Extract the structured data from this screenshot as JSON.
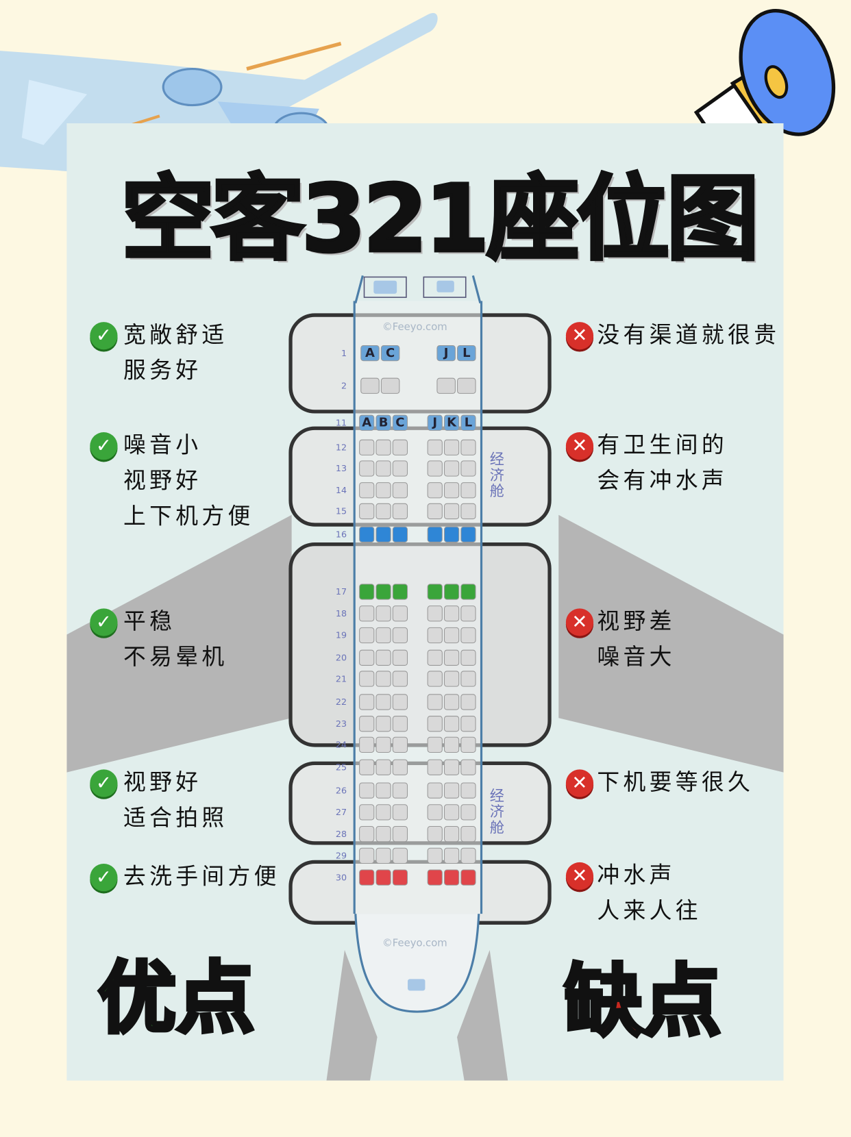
{
  "title": "空客321座位图",
  "watermark": "©Feeyo.com",
  "cabin_label": "经济舱",
  "pros_heading": "优点",
  "cons_heading": "缺点",
  "colors": {
    "pros": "#2e9e2e",
    "cons": "#c8281f",
    "panel": "#e1eeec",
    "background": "#fdf8e2"
  },
  "pros": [
    {
      "lines": [
        "宽敞舒适",
        "服务好"
      ]
    },
    {
      "lines": [
        "噪音小",
        "视野好",
        "上下机方便"
      ]
    },
    {
      "lines": [
        "平稳",
        "不易晕机"
      ]
    },
    {
      "lines": [
        "视野好",
        "适合拍照"
      ]
    },
    {
      "lines": [
        "去洗手间方便"
      ]
    }
  ],
  "cons": [
    {
      "lines": [
        "没有渠道就很贵"
      ]
    },
    {
      "lines": [
        "有卫生间的",
        "会有冲水声"
      ]
    },
    {
      "lines": [
        "视野差",
        "噪音大"
      ]
    },
    {
      "lines": [
        "下机要等很久"
      ]
    },
    {
      "lines": [
        "冲水声",
        "人来人往"
      ]
    }
  ],
  "seat_rows": [
    {
      "num": "1",
      "type": "first",
      "letters": [
        "A",
        "C",
        "J",
        "L"
      ]
    },
    {
      "num": "2",
      "type": "first"
    },
    {
      "num": "11",
      "type": "labeled",
      "letters": [
        "A",
        "B",
        "C",
        "J",
        "K",
        "L"
      ]
    },
    {
      "num": "12",
      "type": "gray"
    },
    {
      "num": "13",
      "type": "gray"
    },
    {
      "num": "14",
      "type": "gray"
    },
    {
      "num": "15",
      "type": "gray"
    },
    {
      "num": "16",
      "type": "blue"
    },
    {
      "num": "17",
      "type": "green"
    },
    {
      "num": "18",
      "type": "gray"
    },
    {
      "num": "19",
      "type": "gray"
    },
    {
      "num": "20",
      "type": "gray"
    },
    {
      "num": "21",
      "type": "gray"
    },
    {
      "num": "22",
      "type": "gray"
    },
    {
      "num": "23",
      "type": "gray"
    },
    {
      "num": "24",
      "type": "gray"
    },
    {
      "num": "25",
      "type": "gray"
    },
    {
      "num": "26",
      "type": "gray"
    },
    {
      "num": "27",
      "type": "gray"
    },
    {
      "num": "28",
      "type": "gray"
    },
    {
      "num": "29",
      "type": "gray"
    },
    {
      "num": "30",
      "type": "red"
    }
  ],
  "icons": {
    "pro": "check-circle-icon",
    "con": "x-circle-icon",
    "decor": [
      "airplane-icon",
      "megaphone-icon",
      "restroom-icon",
      "galley-icon",
      "exit-arrow-icon"
    ]
  }
}
